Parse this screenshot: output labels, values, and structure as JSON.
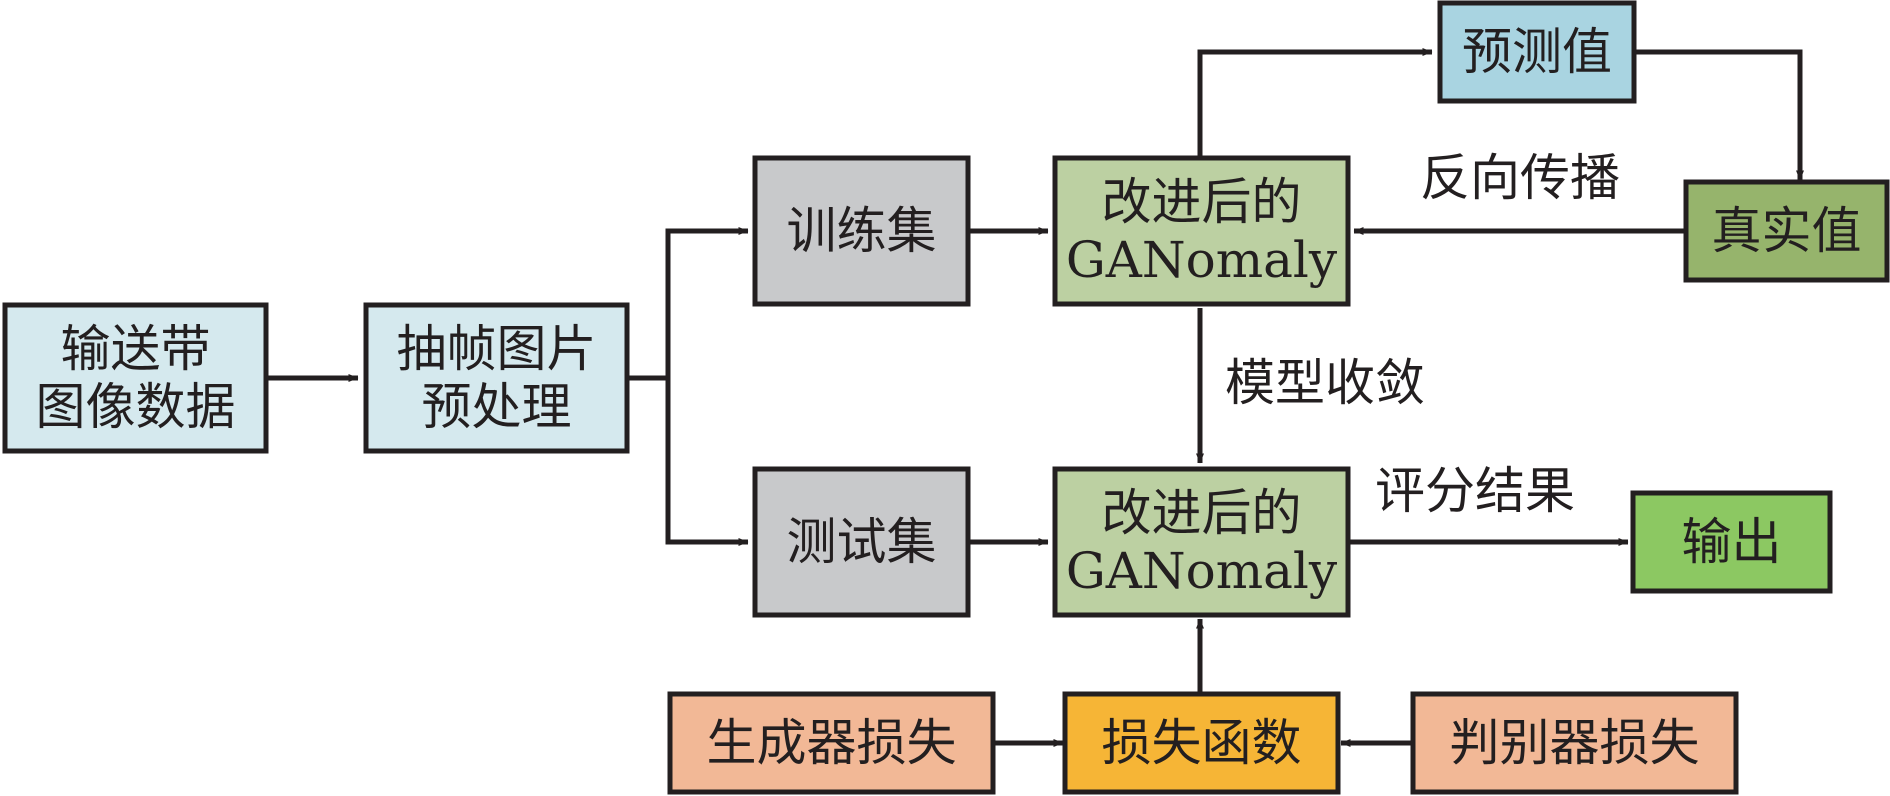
{
  "colors": {
    "stroke": "#231f20",
    "light_blue": "#d5e9ee",
    "sky_blue": "#a9d4e1",
    "gray": "#c8c9cb",
    "sage_green": "#bcd0a2",
    "olive_green": "#96b46c",
    "bright_green": "#8cc862",
    "orange": "#f6b536",
    "peach": "#f2b896"
  },
  "nodes": {
    "conveyor_data": {
      "lines": [
        "输送带",
        "图像数据"
      ]
    },
    "frame_preprocess": {
      "lines": [
        "抽帧图片",
        "预处理"
      ]
    },
    "training_set": {
      "lines": [
        "训练集"
      ]
    },
    "test_set": {
      "lines": [
        "测试集"
      ]
    },
    "ganomaly_train": {
      "lines": [
        "改进后的",
        "GANomaly"
      ]
    },
    "ganomaly_test": {
      "lines": [
        "改进后的",
        "GANomaly"
      ]
    },
    "predicted_value": {
      "lines": [
        "预测值"
      ]
    },
    "true_value": {
      "lines": [
        "真实值"
      ]
    },
    "output": {
      "lines": [
        "输出"
      ]
    },
    "generator_loss": {
      "lines": [
        "生成器损失"
      ]
    },
    "loss_function": {
      "lines": [
        "损失函数"
      ]
    },
    "discriminator_loss": {
      "lines": [
        "判别器损失"
      ]
    }
  },
  "edge_labels": {
    "backprop": "反向传播",
    "convergence": "模型收敛",
    "score_result": "评分结果"
  }
}
